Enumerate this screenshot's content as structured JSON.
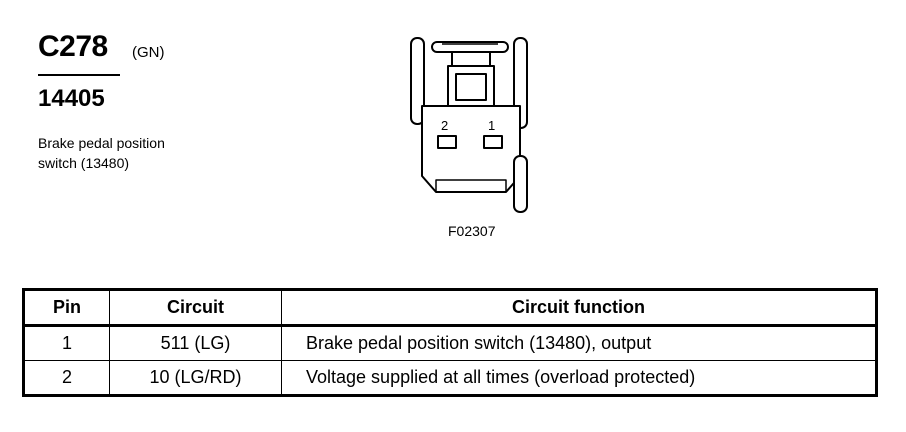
{
  "connector": {
    "id": "C278",
    "color": "(GN)",
    "part_number": "14405",
    "component_line1": "Brake pedal position",
    "component_line2": "switch (13480)"
  },
  "figure": {
    "pin_labels": [
      "2",
      "1"
    ],
    "code": "F02307"
  },
  "table": {
    "headers": {
      "pin": "Pin",
      "circuit": "Circuit",
      "function": "Circuit function"
    },
    "rows": [
      {
        "pin": "1",
        "circuit": "511 (LG)",
        "function": "Brake pedal position switch (13480), output"
      },
      {
        "pin": "2",
        "circuit": "10 (LG/RD)",
        "function": "Voltage supplied at all times (overload protected)"
      }
    ]
  }
}
